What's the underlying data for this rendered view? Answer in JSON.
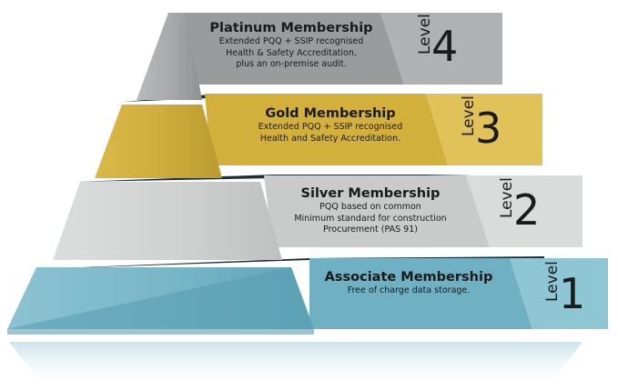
{
  "tiers": [
    {
      "title": "Platinum Membership",
      "description": [
        "Extended PQQ + SSIP recognised",
        "Health & Safety Accreditation,",
        "plus an on-premise audit."
      ],
      "level_word": "Level",
      "level_number": "4",
      "color": "#9a9b9d"
    },
    {
      "title": "Gold Membership",
      "description": [
        "Extended PQQ + SSIP recognised",
        "Health and Safety Accreditation."
      ],
      "level_word": "Level",
      "level_number": "3",
      "color": "#c9a635"
    },
    {
      "title": "Silver Membership",
      "description": [
        "PQQ based on common",
        "Minimum standard for construction",
        "Procurement (PAS 91)"
      ],
      "level_word": "Level",
      "level_number": "2",
      "color": "#c9caca"
    },
    {
      "title": "Associate Membership",
      "description": [
        "Free of charge data storage."
      ],
      "level_word": "Level",
      "level_number": "1",
      "color": "#6fb1c3"
    }
  ]
}
